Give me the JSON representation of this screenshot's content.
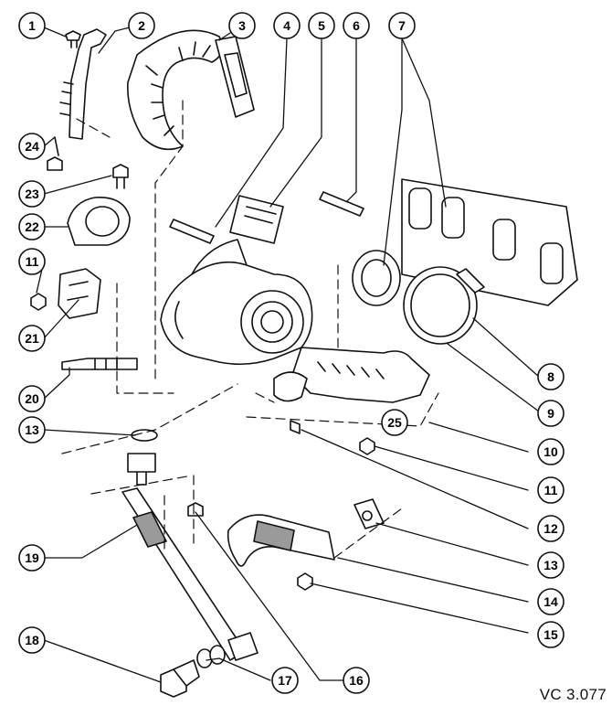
{
  "callouts": [
    {
      "num": "1"
    },
    {
      "num": "2"
    },
    {
      "num": "3"
    },
    {
      "num": "4"
    },
    {
      "num": "5"
    },
    {
      "num": "6"
    },
    {
      "num": "7"
    },
    {
      "num": "8"
    },
    {
      "num": "9"
    },
    {
      "num": "10"
    },
    {
      "num": "11"
    },
    {
      "num": "11"
    },
    {
      "num": "12"
    },
    {
      "num": "13"
    },
    {
      "num": "13"
    },
    {
      "num": "14"
    },
    {
      "num": "15"
    },
    {
      "num": "16"
    },
    {
      "num": "17"
    },
    {
      "num": "18"
    },
    {
      "num": "19"
    },
    {
      "num": "20"
    },
    {
      "num": "21"
    },
    {
      "num": "22"
    },
    {
      "num": "23"
    },
    {
      "num": "24"
    },
    {
      "num": "25"
    }
  ],
  "reference": "VC 3.077",
  "colors": {
    "line": "#111111",
    "fill": "#ffffff",
    "shade": "#9a9a9a"
  }
}
